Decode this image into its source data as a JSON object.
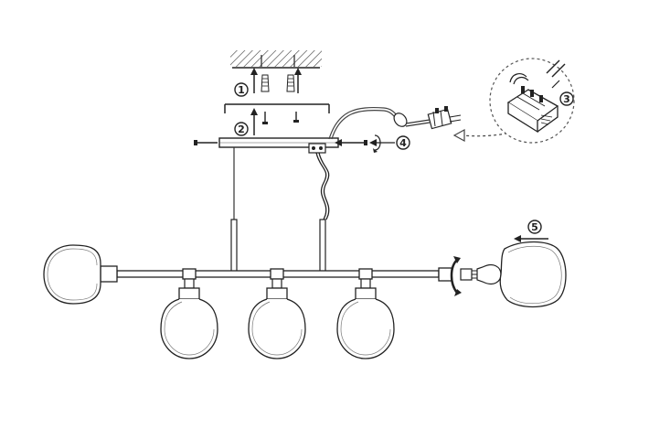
{
  "steps": {
    "s1": "1",
    "s2": "2",
    "s3": "3",
    "s4": "4",
    "s5": "5"
  },
  "colors": {
    "line": "#222222",
    "light_line": "#555555"
  },
  "icons": [
    "ceiling-hatch-icon",
    "wall-anchor-icon",
    "screw-icon",
    "arrow-up-icon",
    "terminal-block-icon",
    "bulb-icon",
    "globe-shade-icon"
  ]
}
